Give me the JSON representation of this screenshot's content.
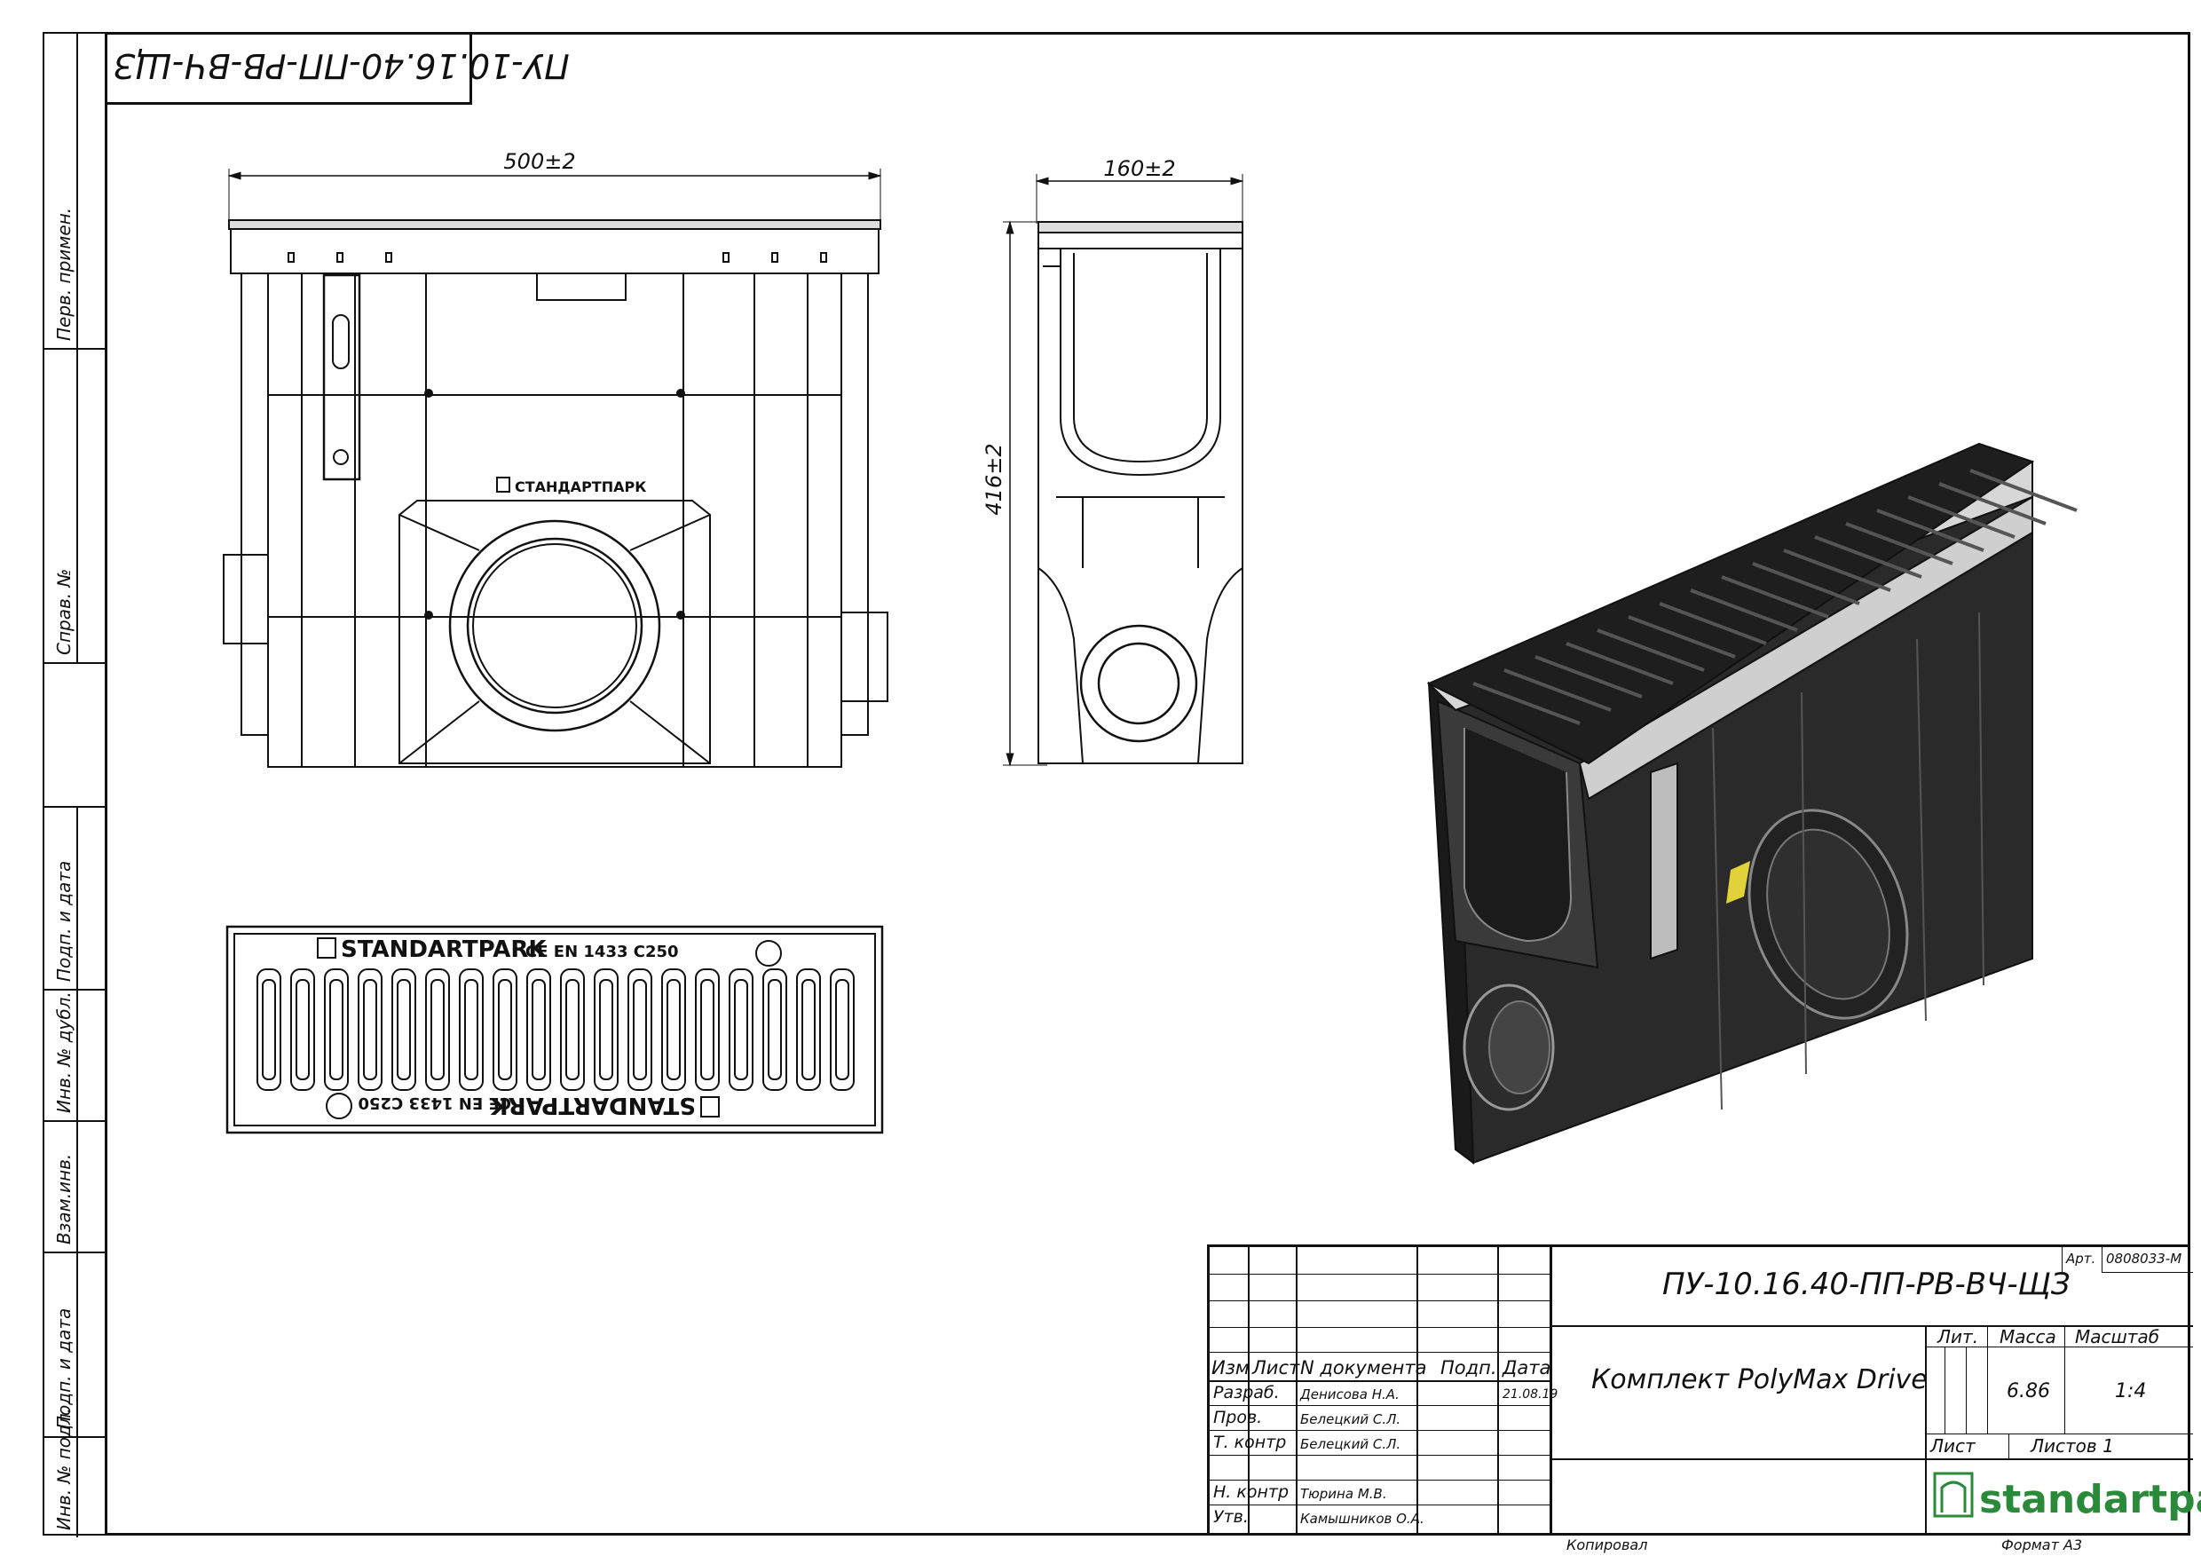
{
  "document_code_rotated": "ПУ-10.16.40-ПП-РВ-ВЧ-ЩЗ",
  "side_strip": {
    "perv_primen": "Перв. примен.",
    "sprav_no": "Справ. №",
    "podp_i_data_1": "Подп. и дата",
    "inv_no_dubl": "Инв. № дубл.",
    "vzam_inv": "Взам.инв.",
    "podp_i_data_2": "Подп. и дата",
    "inv_no_podl": "Инв. № подл."
  },
  "dimensions": {
    "front_width": "500±2",
    "side_width": "160±2",
    "side_height": "416±2"
  },
  "drawing_labels": {
    "body_brand": "СТАНДАРТПАРК",
    "grate_brand": "STANDARTPARK",
    "grate_marking": "CE EN 1433 C250"
  },
  "title_block": {
    "designation": "ПУ-10.16.40-ПП-РВ-ВЧ-ЩЗ",
    "art_label": "Арт.",
    "art_value": "0808033-М",
    "name": "Комплект PolyMax Drive",
    "lit_label": "Лит.",
    "mass_label": "Масса",
    "scale_label": "Масштаб",
    "mass_value": "6.86",
    "scale_value": "1:4",
    "sheet_label": "Лист",
    "sheets_label": "Листов 1",
    "columns": [
      "Изм",
      "Лист",
      "N документа",
      "Подп.",
      "Дата"
    ],
    "rows": [
      {
        "role": "Разраб.",
        "person": "Денисова Н.А.",
        "date": "21.08.19"
      },
      {
        "role": "Пров.",
        "person": "Белецкий С.Л.",
        "date": ""
      },
      {
        "role": "Т. контр",
        "person": "Белецкий С.Л.",
        "date": ""
      },
      {
        "role": "",
        "person": "",
        "date": ""
      },
      {
        "role": "Н. контр",
        "person": "Тюрина М.В.",
        "date": ""
      },
      {
        "role": "Утв.",
        "person": "Камышников О.А.",
        "date": ""
      }
    ],
    "logo_text": "standartpark",
    "copied_label": "Копировал",
    "format_label": "Формат А3"
  }
}
